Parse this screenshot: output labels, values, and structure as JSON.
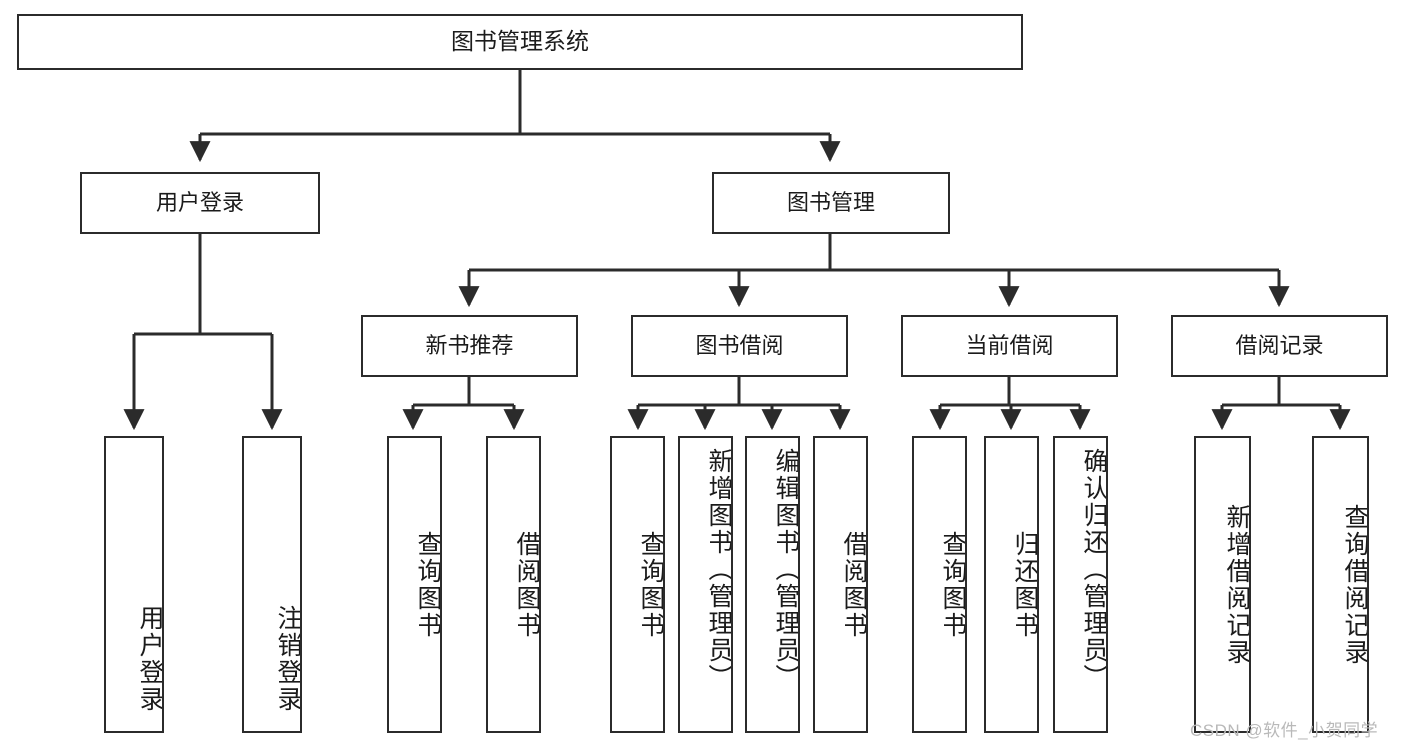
{
  "diagram": {
    "type": "tree",
    "title": "图书管理系统",
    "root": {
      "label": "图书管理系统"
    },
    "level2": [
      {
        "label": "用户登录"
      },
      {
        "label": "图书管理"
      }
    ],
    "level3": [
      {
        "label": "新书推荐"
      },
      {
        "label": "图书借阅"
      },
      {
        "label": "当前借阅"
      },
      {
        "label": "借阅记录"
      }
    ],
    "leaves": [
      {
        "label": "用户登录",
        "parent": "用户登录"
      },
      {
        "label": "注销登录",
        "parent": "用户登录"
      },
      {
        "label": "查询图书",
        "parent": "新书推荐"
      },
      {
        "label": "借阅图书",
        "parent": "新书推荐"
      },
      {
        "label": "查询图书",
        "parent": "图书借阅"
      },
      {
        "label": "新增图书（管理员）",
        "parent": "图书借阅"
      },
      {
        "label": "编辑图书（管理员）",
        "parent": "图书借阅"
      },
      {
        "label": "借阅图书",
        "parent": "图书借阅"
      },
      {
        "label": "查询图书",
        "parent": "当前借阅"
      },
      {
        "label": "归还图书",
        "parent": "当前借阅"
      },
      {
        "label": "确认归还（管理员）",
        "parent": "当前借阅"
      },
      {
        "label": "新增借阅记录",
        "parent": "借阅记录"
      },
      {
        "label": "查询借阅记录",
        "parent": "借阅记录"
      }
    ]
  },
  "watermark": {
    "text": "CSDN @软件_小贺同学"
  },
  "colors": {
    "background": "#ffffff",
    "stroke": "#2b2b2b",
    "text": "#1b1b1b",
    "watermark": "#b9b9b9"
  }
}
